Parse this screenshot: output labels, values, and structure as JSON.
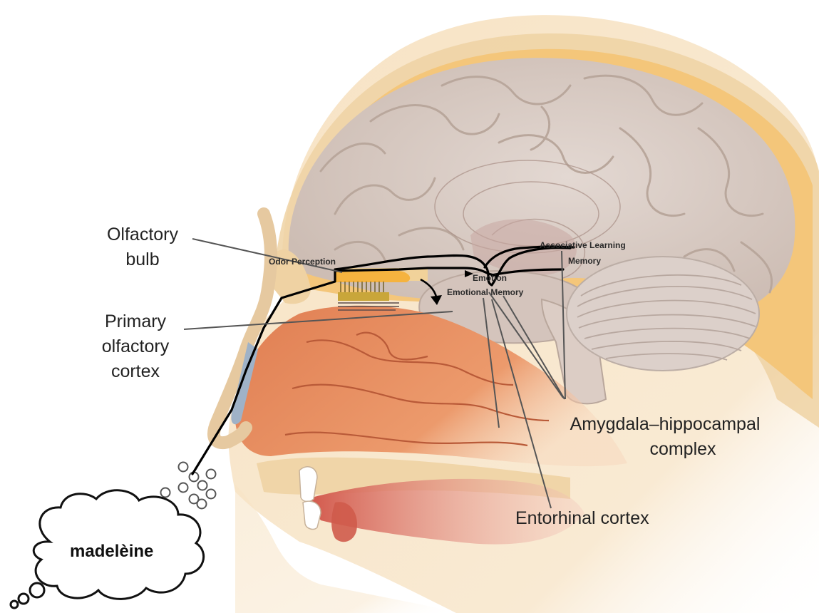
{
  "labels": {
    "olfactory_bulb": [
      "Olfactory",
      "bulb"
    ],
    "primary_cortex": [
      "Primary",
      "olfactory",
      "cortex"
    ],
    "amygdala": [
      "Amygdala–hippocampal",
      "complex"
    ],
    "entorhinal": "Entorhinal cortex"
  },
  "pathway": {
    "odor_perception": "Odor Perception",
    "emotion": "Emotion",
    "emotional_memory": "Emotional Memory",
    "associative_learning": "Associative Learning",
    "memory": "Memory"
  },
  "thought_bubble": "madelèine",
  "colors": {
    "skin": "#f7e3c4",
    "bone": "#f1d6a6",
    "csf": "#f5c97a",
    "brain": "#d8cbc4",
    "brain_fold": "#bba99f",
    "nasal": "#e48a5c",
    "mouth": "#d65a4a",
    "pathway": "#000000",
    "leader": "#555555"
  }
}
